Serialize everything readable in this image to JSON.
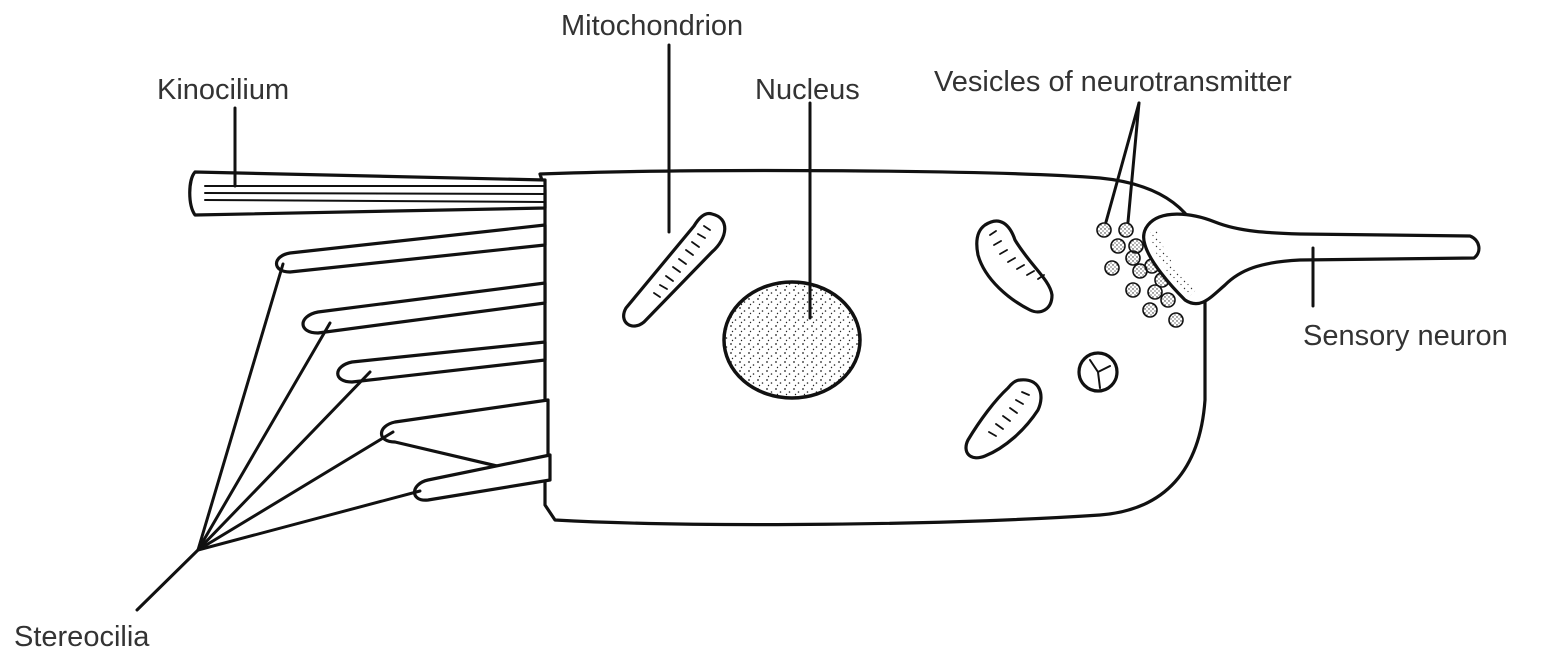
{
  "diagram": {
    "labels": {
      "kinocilium": "Kinocilium",
      "mitochondrion": "Mitochondrion",
      "nucleus": "Nucleus",
      "vesicles": "Vesicles of neurotransmitter",
      "sensory_neuron": "Sensory neuron",
      "stereocilia": "Stereocilia"
    }
  }
}
